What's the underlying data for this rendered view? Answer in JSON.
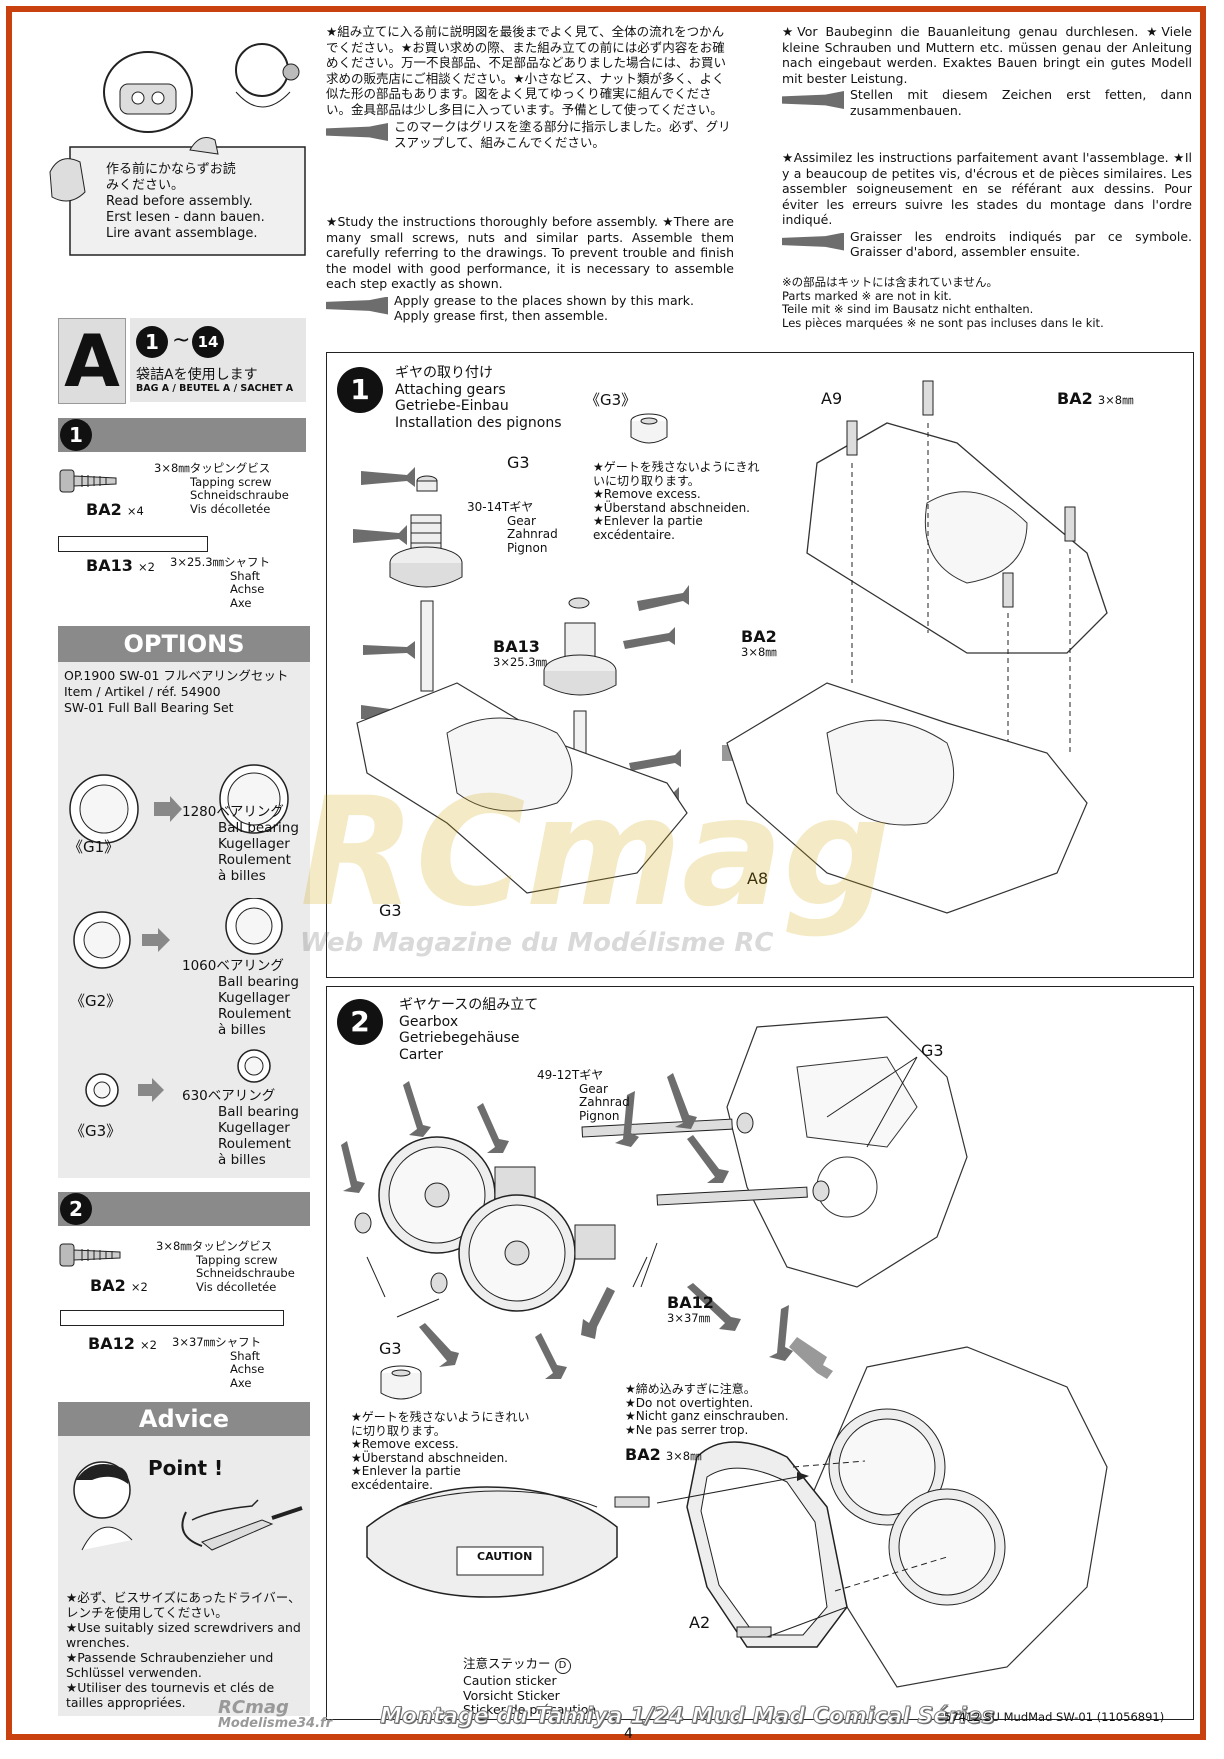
{
  "intro": {
    "sign_jp": "作る前にかならずお読みください。",
    "sign_en": "Read before assembly.",
    "sign_de": "Erst lesen - dann bauen.",
    "sign_fr": "Lire avant assemblage.",
    "jp_text": "★組み立てに入る前に説明図を最後までよく見て、全体の流れをつかんでください。★お買い求めの際、また組み立ての前には必ず内容をお確めください。万一不良部品、不足部品などありました場合には、お買い求めの販売店にご相談ください。★小さなビス、ナット類が多く、よく似た形の部品もあります。図をよく見てゆっくり確実に組んでください。金具部品は少し多目に入っています。予備として使ってください。",
    "jp_grease": "このマークはグリスを塗る部分に指示しました。必ず、グリスアップして、組みこんでください。",
    "en_text": "★Study the instructions thoroughly before assembly. ★There are many small screws, nuts and similar parts. Assemble them carefully referring to the drawings. To prevent trouble and finish the model with good performance, it is necessary to assemble each step exactly as shown.",
    "en_grease": "Apply grease to the places shown by this mark. Apply grease first, then assemble.",
    "de_text": "★Vor Baubeginn die Bauanleitung genau durchlesen. ★Viele kleine Schrauben und Muttern etc. müssen genau der Anleitung nach eingebaut werden. Exaktes Bauen bringt ein gutes Modell mit bester Leistung.",
    "de_grease": "Stellen mit diesem Zeichen erst fetten, dann zusammenbauen.",
    "fr_text": "★Assimilez les instructions parfaitement avant l'assemblage. ★Il y a beaucoup de petites vis, d'écrous et de pièces similaires. Les assembler soigneusement en se référant aux dessins. Pour éviter les erreurs suivre les stades du montage dans l'ordre indiqué.",
    "fr_grease": "Graisser les endroits indiqués par ce symbole. Graisser d'abord, assembler ensuite.",
    "note_jp": "※の部品はキットには含まれていません。",
    "note_en": "Parts marked ※ are not in kit.",
    "note_de": "Teile mit ※ sind im Bausatz nicht enthalten.",
    "note_fr": "Les pièces marquées ※ ne sont pas incluses dans le kit."
  },
  "bag": {
    "letter": "A",
    "step_from": "1",
    "tilde": "~",
    "step_to": "14",
    "jp": "袋詰Aを使用します",
    "langs": "BAG A / BEUTEL A / SACHET A"
  },
  "parts1": {
    "num": "1",
    "screw_jp": "3×8㎜タッピングビス",
    "screw_en": "Tapping screw",
    "screw_de": "Schneidschraube",
    "screw_fr": "Vis décolletée",
    "screw_code": "BA2",
    "screw_qty": "×4",
    "shaft_code": "BA13",
    "shaft_qty": "×2",
    "shaft_jp": "3×25.3㎜シャフト",
    "shaft_en": "Shaft",
    "shaft_de": "Achse",
    "shaft_fr": "Axe"
  },
  "options": {
    "title": "OPTIONS",
    "line1": "OP.1900 SW-01 フルベアリングセット",
    "line2": "Item / Artikel / réf. 54900",
    "line3": "SW-01 Full Ball Bearing Set",
    "items": [
      {
        "code": "《G1》",
        "jp": "1280ベアリング",
        "en": "Ball bearing",
        "de": "Kugellager",
        "fr1": "Roulement",
        "fr2": "à billes"
      },
      {
        "code": "《G2》",
        "jp": "1060ベアリング",
        "en": "Ball bearing",
        "de": "Kugellager",
        "fr1": "Roulement",
        "fr2": "à billes"
      },
      {
        "code": "《G3》",
        "jp": "630ベアリング",
        "en": "Ball bearing",
        "de": "Kugellager",
        "fr1": "Roulement",
        "fr2": "à billes"
      }
    ]
  },
  "parts2": {
    "num": "2",
    "screw_jp": "3×8㎜タッピングビス",
    "screw_en": "Tapping screw",
    "screw_de": "Schneidschraube",
    "screw_fr": "Vis décolletée",
    "screw_code": "BA2",
    "screw_qty": "×2",
    "shaft_code": "BA12",
    "shaft_qty": "×2",
    "shaft_jp": "3×37㎜シャフト",
    "shaft_en": "Shaft",
    "shaft_de": "Achse",
    "shaft_fr": "Axe"
  },
  "advice": {
    "title": "Advice",
    "point": "Point !",
    "jp": "★必ず、ビスサイズにあったドライバー、レンチを使用してください。",
    "en": "★Use suitably sized screwdrivers and wrenches.",
    "de": "★Passende Schraubenzieher und Schlüssel verwenden.",
    "fr": "★Utiliser des tournevis et clés de tailles appropriées."
  },
  "step1": {
    "num": "1",
    "jp": "ギヤの取り付け",
    "en": "Attaching gears",
    "de": "Getriebe-Einbau",
    "fr": "Installation des pignons",
    "g3_tag": "《G3》",
    "note_jp": "★ゲートを残さないようにきれいに切り取ります。",
    "note_en": "★Remove excess.",
    "note_de": "★Überstand abschneiden.",
    "note_fr": "★Enlever la partie excédentaire.",
    "gear_label": "30-14Tギヤ",
    "gear_en": "Gear",
    "gear_de": "Zahnrad",
    "gear_fr": "Pignon",
    "g3": "G3",
    "g3b": "G3",
    "ba13": "BA13",
    "ba13_size": "3×25.3㎜",
    "a8": "A8",
    "a9": "A9",
    "ba2": "BA2",
    "ba2_size": "3×8㎜",
    "ba2b": "BA2",
    "ba2b_size": "3×8㎜"
  },
  "step2": {
    "num": "2",
    "jp": "ギヤケースの組み立て",
    "en": "Gearbox",
    "de": "Getriebegehäuse",
    "fr": "Carter",
    "g3_top": "G3",
    "gear_label": "49-12Tギヤ",
    "gear_en": "Gear",
    "gear_de": "Zahnrad",
    "gear_fr": "Pignon",
    "ba12": "BA12",
    "ba12_size": "3×37㎜",
    "g3_bottom": "G3",
    "note_jp": "★ゲートを残さないようにきれいに切り取ります。",
    "note_en": "★Remove excess.",
    "note_de": "★Überstand abschneiden.",
    "note_fr": "★Enlever la partie excédentaire.",
    "tight_jp": "★締め込みすぎに注意。",
    "tight_en": "★Do not overtighten.",
    "tight_de": "★Nicht ganz einschrauben.",
    "tight_fr": "★Ne pas serrer trop.",
    "ba2": "BA2",
    "ba2_size": "3×8㎜",
    "a2": "A2",
    "sticker_jp": "注意ステッカー",
    "sticker_code": "D",
    "sticker_en": "Caution sticker",
    "sticker_de": "Vorsicht Sticker",
    "sticker_fr": "Sticker de précaution",
    "caution_plate": "CAUTION"
  },
  "watermark": {
    "logo": "RCmag",
    "sub": "Web Magazine du Modélisme RC"
  },
  "footer": {
    "site1": "RCmag",
    "site2": "Modelisme34.fr",
    "banner": "Montage du Tamiya 1/24 Mud Mad Comical Séries",
    "page": "4",
    "code": "57412 SU MudMad SW-01 (11056891)"
  }
}
